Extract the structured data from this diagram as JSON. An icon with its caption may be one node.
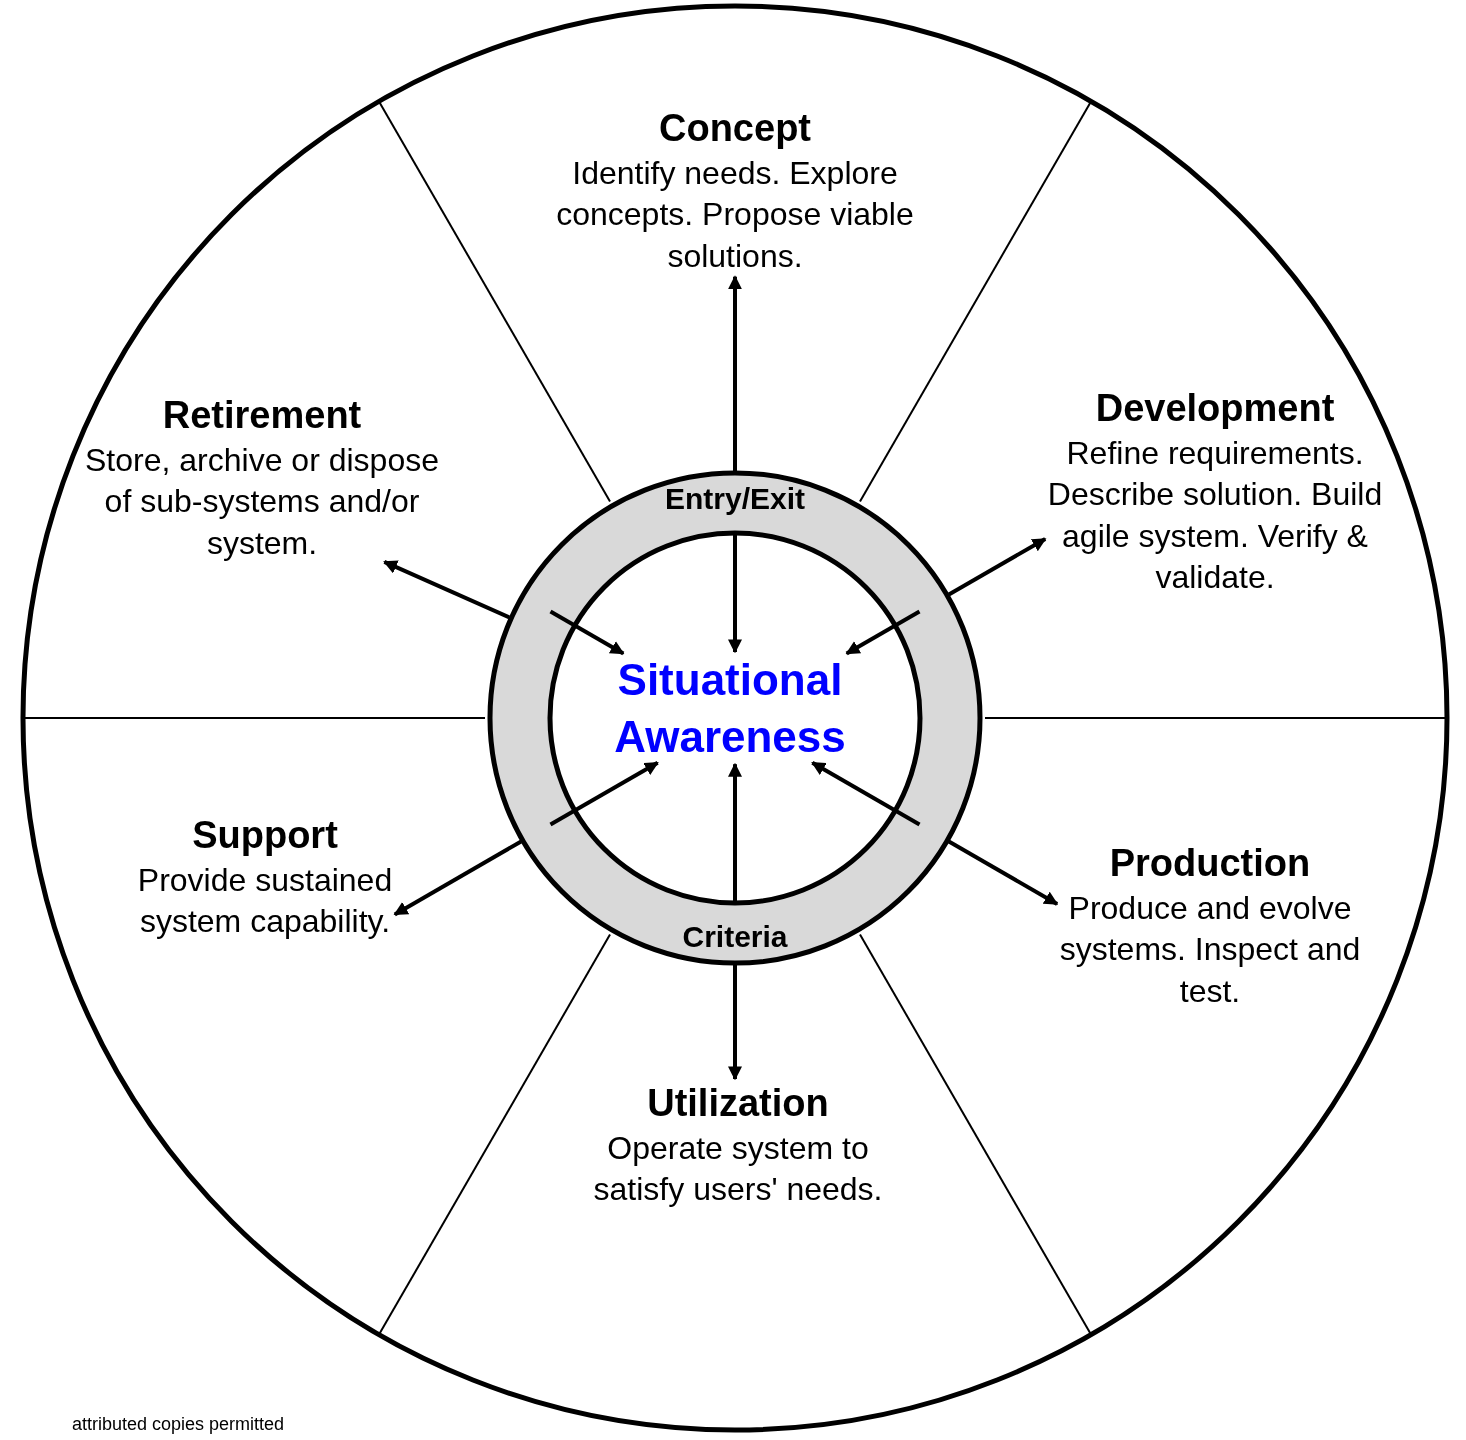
{
  "diagram": {
    "nodes": [
      {
        "text": [
          "Concept",
          "Identify needs. Explore concepts. Propose viable solutions."
        ]
      },
      {
        "text": [
          "Development",
          "Refine requirements. Describe solution. Build agile system. Verify & validate."
        ]
      },
      {
        "text": [
          "Production",
          "Produce and evolve systems. Inspect and test."
        ]
      },
      {
        "text": [
          "Utilization",
          "Operate system to satisfy users' needs."
        ]
      },
      {
        "text": [
          "Support",
          "Provide sustained system capability."
        ]
      },
      {
        "text": [
          "Retirement",
          "Store, archive or dispose of sub-systems and/or system."
        ]
      },
      {
        "text": [
          "Entry/Exit",
          "Criteria"
        ]
      },
      {
        "text": [
          "Situational Awareness"
        ],
        "in": 6
      }
    ],
    "edges": [
      {
        "from": 6,
        "to": 0,
        "arrow": "to"
      },
      {
        "from": 6,
        "to": 7,
        "arrow": "to"
      },
      {
        "from": 6,
        "to": 1,
        "arrow": "to"
      },
      {
        "from": 6,
        "to": 7,
        "arrow": "to"
      },
      {
        "from": 6,
        "to": 2,
        "arrow": "to"
      },
      {
        "from": 6,
        "to": 7,
        "arrow": "to"
      },
      {
        "from": 6,
        "to": 3,
        "arrow": "to"
      },
      {
        "from": 6,
        "to": 7,
        "arrow": "to"
      },
      {
        "from": 6,
        "to": 4,
        "arrow": "to"
      },
      {
        "from": 6,
        "to": 7,
        "arrow": "to"
      },
      {
        "from": 6,
        "to": 5,
        "arrow": "to"
      },
      {
        "from": 6,
        "to": 7,
        "arrow": "to"
      }
    ],
    "labels": [
      "attributed copies permitted"
    ]
  }
}
